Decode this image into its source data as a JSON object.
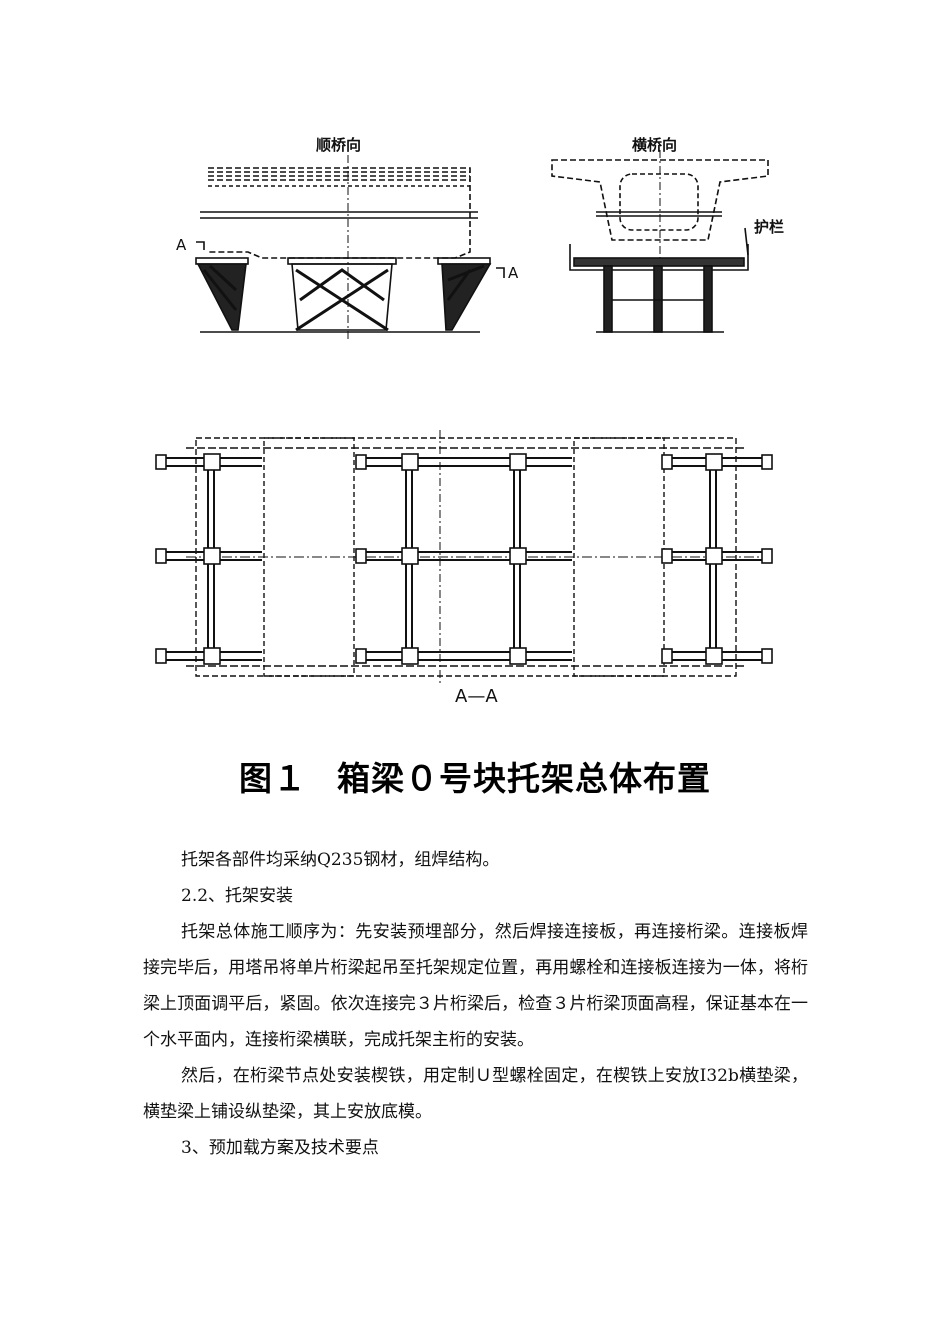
{
  "figure": {
    "label_longitudinal": "顺桥向",
    "label_transverse": "横桥向",
    "label_railing": "护栏",
    "section_mark_left": "A",
    "section_mark_right": "A",
    "section_label": "A—A"
  },
  "caption": {
    "number": "图１",
    "title": "箱梁０号块托架总体布置"
  },
  "paragraphs": [
    {
      "id": "p1",
      "text": "托架各部件均采纳Q235钢材，组焊结构。"
    },
    {
      "id": "p2",
      "text": "2.2、托架安装"
    },
    {
      "id": "p3",
      "text": "托架总体施工顺序为：先安装预埋部分，然后焊接连接板，再连接桁梁。连接板焊接完毕后，用塔吊将单片桁梁起吊至托架规定位置，再用螺栓和连接板连接为一体，将桁梁上顶面调平后，紧固。依次连接完３片桁梁后，检查３片桁梁顶面高程，保证基本在一个水平面内，连接桁梁横联，完成托架主桁的安装。"
    },
    {
      "id": "p4",
      "text": "然后，在桁梁节点处安装楔铁，用定制Ｕ型螺栓固定，在楔铁上安放I32b横垫梁，横垫梁上铺设纵垫梁，其上安放底模。"
    },
    {
      "id": "p5",
      "text": "3、预加载方案及技术要点"
    }
  ]
}
